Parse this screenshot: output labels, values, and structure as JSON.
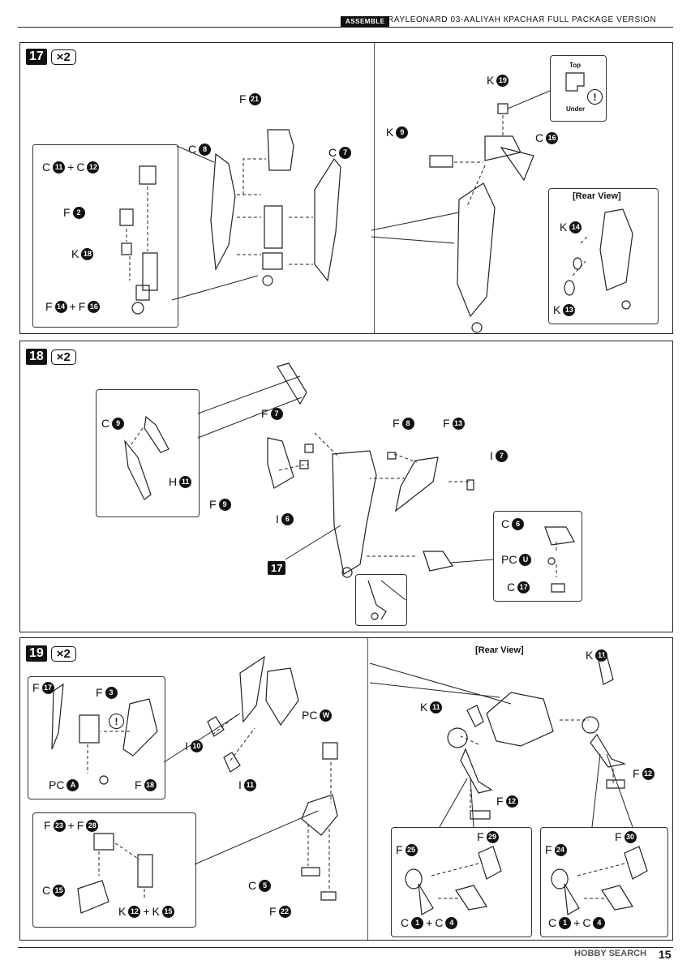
{
  "header": {
    "badge": "ASSEMBLE",
    "title": "RAYLEONARD 03-AALIYAH КРАСНАЯ FULL PACKAGE VERSION"
  },
  "steps": [
    {
      "number": "17",
      "multiplier": "×2"
    },
    {
      "number": "18",
      "multiplier": "×2"
    },
    {
      "number": "19",
      "multiplier": "×2"
    }
  ],
  "step17": {
    "inset_labels": [
      {
        "parts": [
          [
            "C",
            "11"
          ],
          [
            "C",
            "12"
          ]
        ]
      },
      {
        "parts": [
          [
            "F",
            "2"
          ]
        ]
      },
      {
        "parts": [
          [
            "K",
            "18"
          ]
        ]
      },
      {
        "parts": [
          [
            "F",
            "14"
          ],
          [
            "F",
            "16"
          ]
        ]
      }
    ],
    "left_labels": [
      [
        "F",
        "21"
      ],
      [
        "C",
        "8"
      ],
      [
        "C",
        "7"
      ]
    ],
    "right_labels": [
      [
        "K",
        "19"
      ],
      [
        "K",
        "9"
      ],
      [
        "C",
        "16"
      ]
    ],
    "orientation": {
      "top": "Top",
      "under": "Under",
      "mark": "!"
    },
    "rear_view": {
      "title": "[Rear View]",
      "labels": [
        [
          "K",
          "14"
        ],
        [
          "K",
          "13"
        ]
      ]
    }
  },
  "step18": {
    "labels": [
      [
        "C",
        "9"
      ],
      [
        "H",
        "11"
      ],
      [
        "F",
        "7"
      ],
      [
        "F",
        "9"
      ],
      [
        "I",
        "6"
      ],
      [
        "F",
        "8"
      ],
      [
        "F",
        "13"
      ],
      [
        "I",
        "7"
      ]
    ],
    "ref_step": "17",
    "inset_labels": [
      [
        "C",
        "6"
      ],
      [
        "PC",
        "U"
      ],
      [
        "C",
        "17"
      ]
    ]
  },
  "step19": {
    "left_labels": [
      [
        "F",
        "17"
      ],
      [
        "F",
        "3"
      ],
      [
        "F",
        "18"
      ],
      [
        "PC",
        "A"
      ],
      [
        "I",
        "10"
      ],
      [
        "I",
        "11"
      ],
      [
        "PC",
        "W"
      ],
      [
        "C",
        "5"
      ],
      [
        "F",
        "22"
      ]
    ],
    "inset_combo": {
      "top": [
        [
          "F",
          "23"
        ],
        [
          "F",
          "28"
        ]
      ],
      "left": [
        [
          "C",
          "15"
        ]
      ],
      "bottom": [
        [
          "K",
          "12"
        ],
        [
          "K",
          "15"
        ]
      ]
    },
    "rear_view": {
      "title": "[Rear View]"
    },
    "right_labels": [
      [
        "K",
        "11"
      ],
      [
        "K",
        "11"
      ],
      [
        "F",
        "12"
      ],
      [
        "F",
        "12"
      ]
    ],
    "sub_left": {
      "labels": [
        [
          "F",
          "25"
        ],
        [
          "F",
          "29"
        ]
      ],
      "combo": [
        [
          "C",
          "1"
        ],
        [
          "C",
          "4"
        ]
      ]
    },
    "sub_right": {
      "labels": [
        [
          "F",
          "24"
        ],
        [
          "F",
          "30"
        ]
      ],
      "combo": [
        [
          "C",
          "1"
        ],
        [
          "C",
          "4"
        ]
      ]
    },
    "attention": "!"
  },
  "footer": {
    "watermark": "HOBBY SEARCH",
    "page": "15"
  },
  "icons": [
    "attention-icon",
    "step-badge-icon",
    "part-number-icon"
  ]
}
